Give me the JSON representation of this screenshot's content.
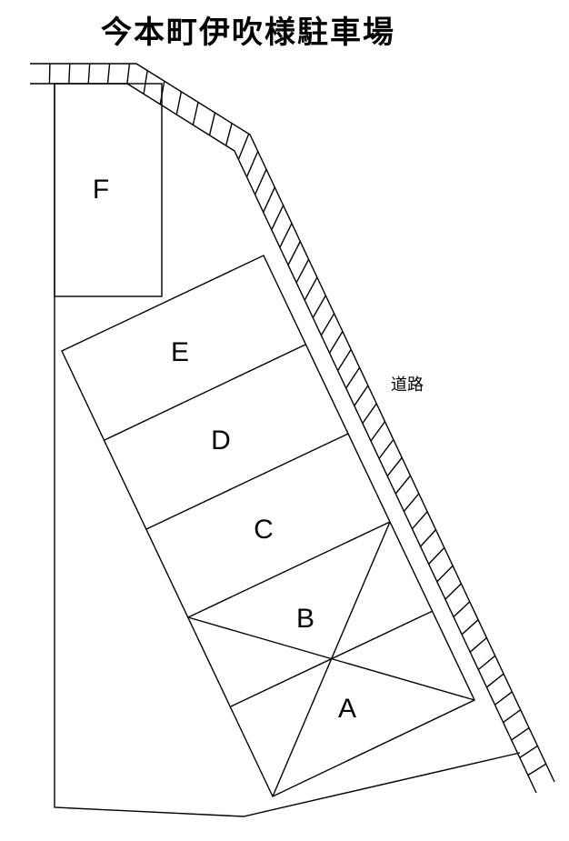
{
  "title": "今本町伊吹様駐車場",
  "road_label": "道路",
  "spaces": {
    "a": "A",
    "b": "B",
    "c": "C",
    "d": "D",
    "e": "E",
    "f": "F"
  }
}
